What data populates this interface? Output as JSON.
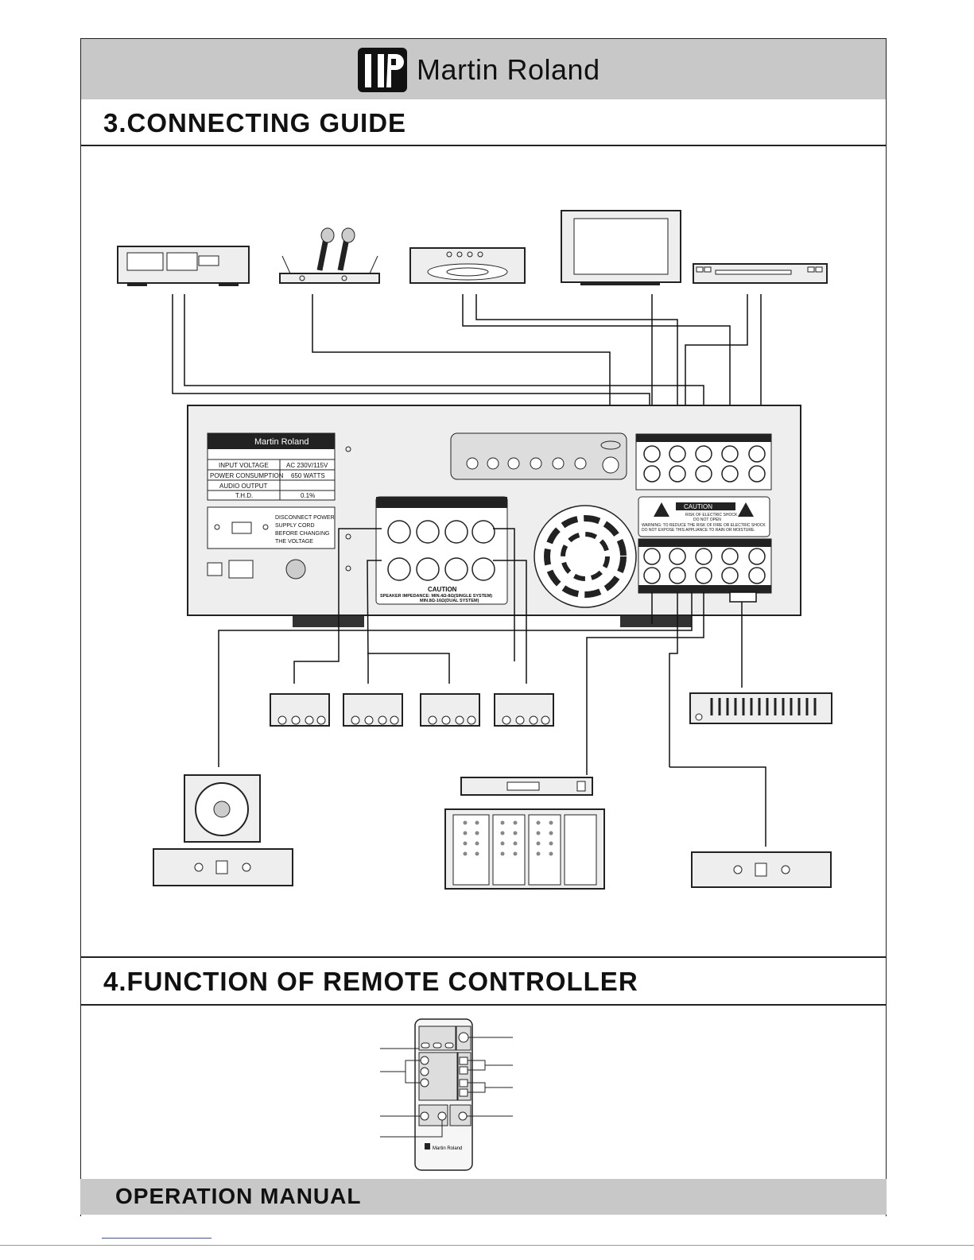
{
  "brand": {
    "name": "Martin Roland"
  },
  "sections": {
    "connecting": {
      "title": "3.CONNECTING GUIDE"
    },
    "remote": {
      "title": "4.FUNCTION OF REMOTE CONTROLLER"
    }
  },
  "amplifier": {
    "label_brand": "Martin Roland",
    "spec_rows": [
      {
        "label": "INPUT VOLTAGE",
        "value": "AC  230V/115V"
      },
      {
        "label": "POWER CONSUMPTION",
        "value": "650 WATTS"
      },
      {
        "label": "AUDIO OUTPUT",
        "value": ""
      },
      {
        "label": "T.H.D.",
        "value": "0.1%"
      }
    ],
    "voltage_notice": [
      "DISCONNECT POWER",
      "SUPPLY CORD",
      "BEFORE CHANGING",
      "THE VOLTAGE"
    ],
    "speaker_caution_title": "CAUTION",
    "speaker_caution_lines": [
      "SPEAKER IMPEDANCE: MIN.4Ω-8Ω(SINGLE SYSTEM)",
      "MIN.8Ω-16Ω(DUAL SYSTEM)"
    ],
    "caution_label": "CAUTION",
    "caution_sub": [
      "RISK OF ELECTRIC SHOCK",
      "DO NOT OPEN"
    ],
    "warning_lines": [
      "WARNING: TO REDUCE THE RISK OF FIRE OR ELECTRIC SHOCK",
      "DO NOT EXPOSE THIS APPLIANCE TO RAIN OR MOISTURE."
    ]
  },
  "remote": {
    "brand": "Martin Roland"
  },
  "footer": {
    "text": "OPERATION  MANUAL"
  }
}
